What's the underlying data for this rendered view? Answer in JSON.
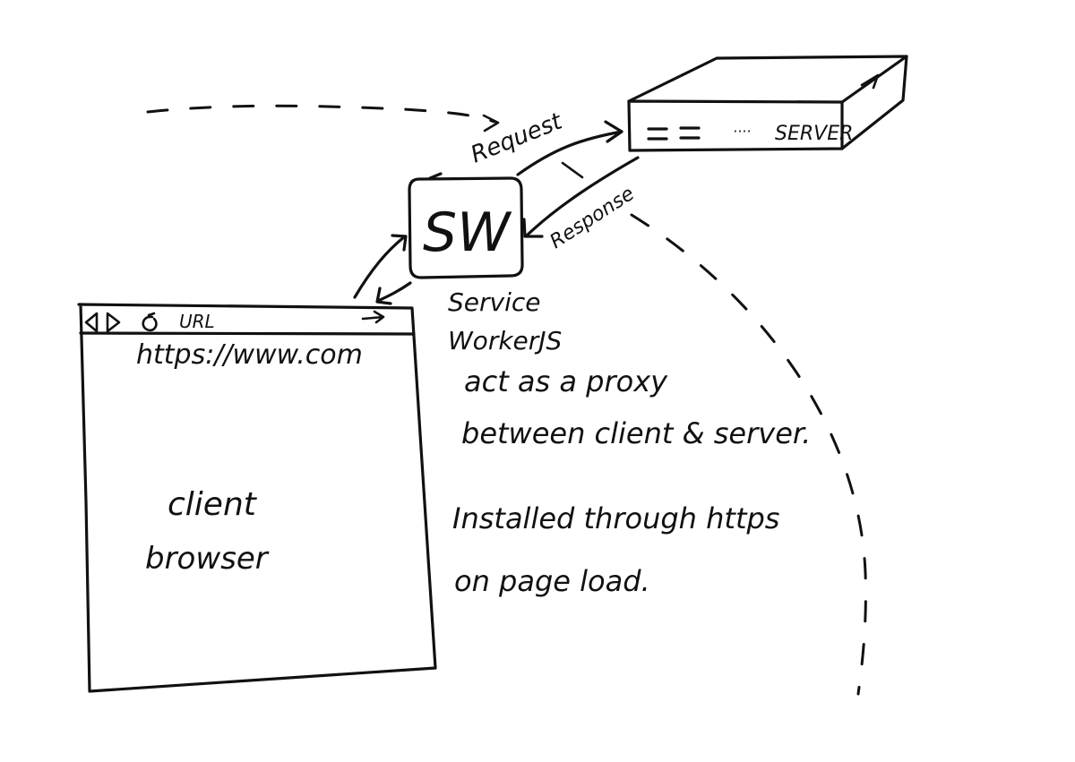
{
  "server": {
    "label": "SERVER",
    "dots": "····"
  },
  "service_worker": {
    "box_label": "SW",
    "caption_line1": "Service",
    "caption_line2": "WorkerJS"
  },
  "arrows": {
    "request_label": "Request",
    "response_label": "Response"
  },
  "browser": {
    "toolbar_url_label": "URL",
    "address": "https://www.com",
    "body_line1": "client",
    "body_line2": "browser"
  },
  "notes": {
    "line1": "act as a proxy",
    "line2": "between client & server.",
    "line3": "Installed through https",
    "line4": "on page load."
  }
}
